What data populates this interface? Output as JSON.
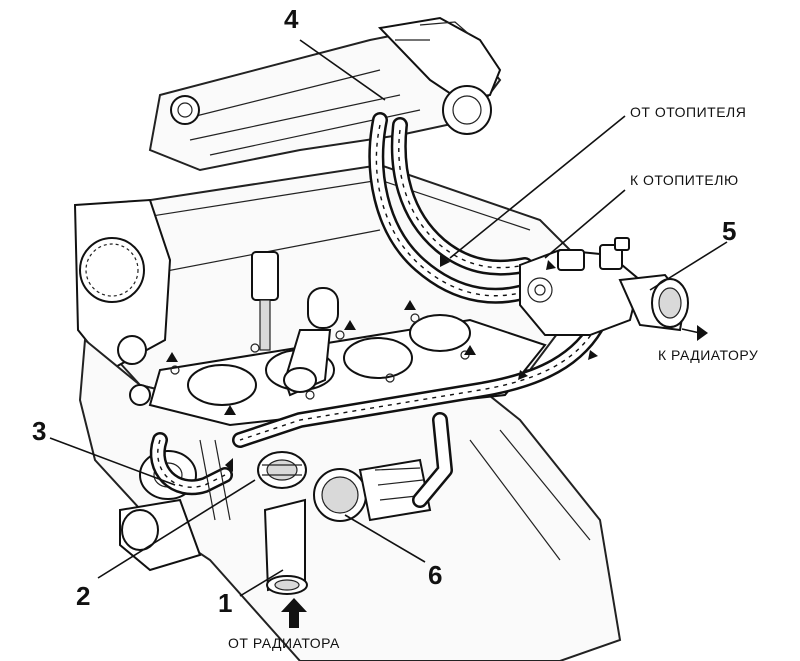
{
  "labels": {
    "n1": "1",
    "n2": "2",
    "n3": "3",
    "n4": "4",
    "n5": "5",
    "n6": "6",
    "from_heater": "ОТ ОТОПИТЕЛЯ",
    "to_heater": "К ОТОПИТЕЛЮ",
    "to_radiator": "К РАДИАТОРУ",
    "from_radiator": "ОТ РАДИАТОРА"
  }
}
